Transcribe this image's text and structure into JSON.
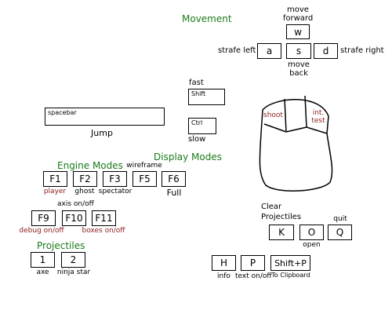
{
  "colors": {
    "section_heading": "#1a7a1a",
    "label_accent": "#8b1c1c"
  },
  "movement": {
    "heading": "Movement",
    "forward_label": "move\nforward",
    "back_label": "move\nback",
    "left_label": "strafe left",
    "right_label": "strafe right",
    "keys": {
      "w": "w",
      "a": "a",
      "s": "s",
      "d": "d"
    }
  },
  "speed": {
    "fast_label": "fast",
    "slow_label": "slow",
    "shift_key": "Shift",
    "ctrl_key": "Ctrl"
  },
  "jump": {
    "key": "spacebar",
    "label": "Jump"
  },
  "mouse": {
    "left_label": "shoot",
    "right_label": "int.\ntest"
  },
  "engine_modes": {
    "heading": "Engine Modes",
    "keys": [
      {
        "key": "F1",
        "label": "player"
      },
      {
        "key": "F2",
        "label": "ghost"
      },
      {
        "key": "F3",
        "label": "spectator"
      }
    ]
  },
  "display_modes": {
    "heading": "Display Modes",
    "wireframe_label": "wireframe",
    "full_label": "Full",
    "keys": {
      "f5": "F5",
      "f6": "F6"
    }
  },
  "debug": {
    "axis_label": "axis on/off",
    "keys": [
      {
        "key": "F9",
        "label": "debug on/off"
      },
      {
        "key": "F10",
        "label": ""
      },
      {
        "key": "F11",
        "label": "boxes on/off"
      }
    ]
  },
  "projectiles": {
    "heading": "Projectiles",
    "keys": [
      {
        "key": "1",
        "label": "axe"
      },
      {
        "key": "2",
        "label": "ninja star"
      }
    ]
  },
  "misc": {
    "clear_label": "Clear\nProjectiles",
    "quit_label": "quit",
    "open_label": "open",
    "keys": {
      "k": "K",
      "o": "O",
      "q": "Q"
    }
  },
  "bottom": {
    "keys": [
      {
        "key": "H",
        "label": "info"
      },
      {
        "key": "P",
        "label": "text on/off"
      },
      {
        "key": "Shift+P",
        "label": "To Clipboard"
      }
    ]
  }
}
